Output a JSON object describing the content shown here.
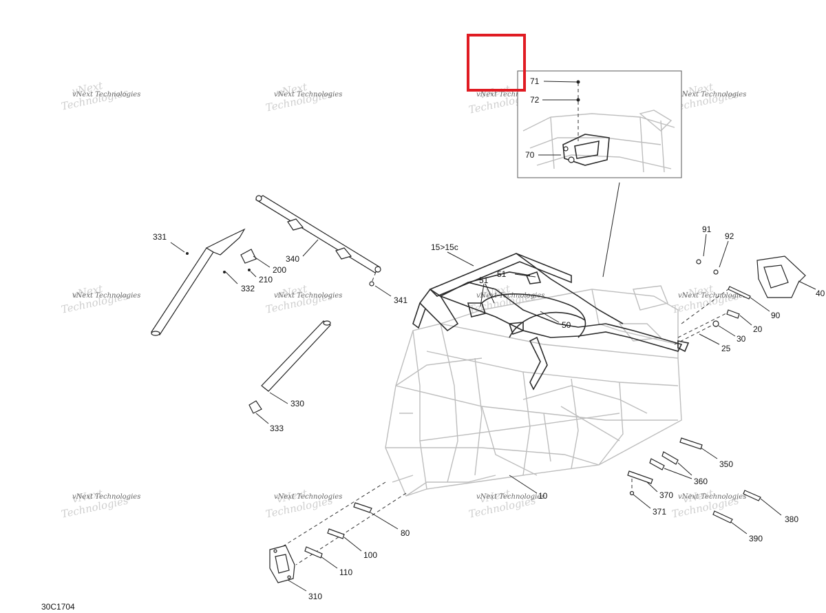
{
  "diagram": {
    "code": "30C1704",
    "watermark": {
      "line1": "vNext",
      "line2": "Technologies",
      "brand": "vNext Technologies"
    },
    "highlight_color": "#e01b22",
    "callouts": {
      "c71": "71",
      "c72": "72",
      "c70": "70",
      "c331": "331",
      "c332": "332",
      "c340": "340",
      "c341": "341",
      "c200": "200",
      "c210": "210",
      "c15": "15>15c",
      "c51a": "51",
      "c51b": "51",
      "c50": "50",
      "c91": "91",
      "c92": "92",
      "c40": "40",
      "c90": "90",
      "c20": "20",
      "c30": "30",
      "c25": "25",
      "c330": "330",
      "c333": "333",
      "c350": "350",
      "c360": "360",
      "c370": "370",
      "c371": "371",
      "c380": "380",
      "c390": "390",
      "c10": "10",
      "c80": "80",
      "c100": "100",
      "c110": "110",
      "c310": "310"
    }
  }
}
